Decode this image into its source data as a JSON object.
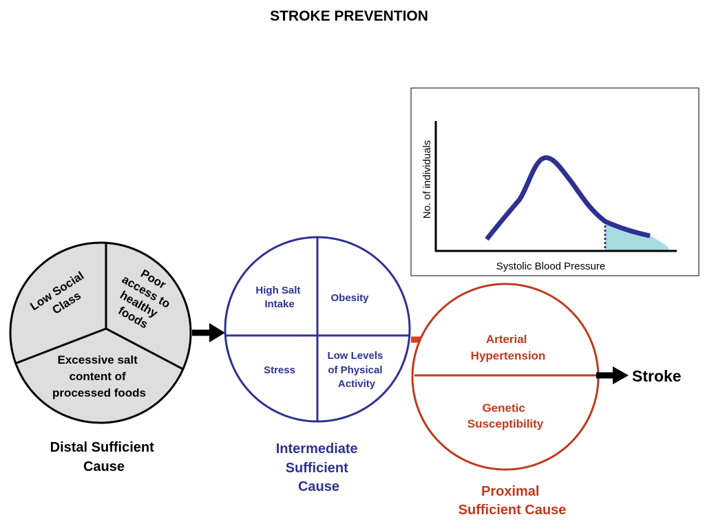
{
  "title": "STROKE PREVENTION",
  "distal": {
    "segments": [
      [
        "Low Social",
        "Class"
      ],
      [
        "Poor",
        "access to",
        "healthy",
        "foods"
      ],
      [
        "Excessive salt",
        "content of",
        "processed foods"
      ]
    ],
    "caption": [
      "Distal Sufficient",
      "Cause"
    ],
    "fill": "#dedede",
    "stroke": "#000000"
  },
  "intermediate": {
    "segments": [
      [
        "High Salt",
        "Intake"
      ],
      [
        "Obesity"
      ],
      [
        "Stress"
      ],
      [
        "Low Levels",
        "of Physical",
        "Activity"
      ]
    ],
    "caption": [
      "Intermediate",
      "Sufficient",
      "Cause"
    ],
    "stroke": "#2e3192"
  },
  "proximal": {
    "segments": [
      [
        "Arterial",
        "Hypertension"
      ],
      [
        "Genetic",
        "Susceptibility"
      ]
    ],
    "caption": [
      "Proximal",
      "Sufficient Cause"
    ],
    "stroke": "#c0391b"
  },
  "outcome": "Stroke",
  "inset_chart": {
    "ylabel": "No. of individuals",
    "xlabel": "Systolic Blood Pressure",
    "curve_color": "#2e3192",
    "shade_color": "#a8dce2"
  },
  "colors": {
    "black": "#000000",
    "blue": "#2e3192",
    "red": "#c0391b",
    "arrow_red": "#d9401c"
  }
}
